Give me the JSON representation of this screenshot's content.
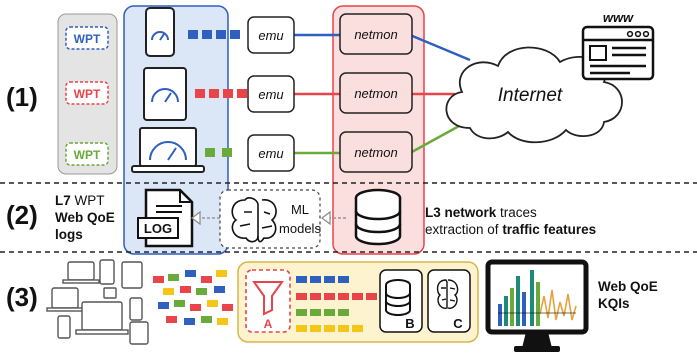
{
  "sections": [
    "(1)",
    "(2)",
    "(3)"
  ],
  "wpt_label": "WPT",
  "emu_label": "emu",
  "netmon_label": "netmon",
  "internet_label": "Internet",
  "www_label": "www",
  "log_label": "LOG",
  "ml_label": {
    "line1": "ML",
    "line2": "models"
  },
  "l7": {
    "line1_bold": "L7",
    "line1_rest": "WPT",
    "line2": "Web QoE",
    "line3": "logs"
  },
  "l3": {
    "line1_bold": "L3 network",
    "line1_rest": "traces",
    "line2_rest": "extraction of",
    "line2_bold": "traffic features"
  },
  "kqi": {
    "line1": "Web QoE",
    "line2": "KQIs"
  },
  "pipeline_labels": {
    "filter": "A",
    "db": "B",
    "brain": "C"
  },
  "colors": {
    "blue": "#2f5fbf",
    "red": "#e8444a",
    "green": "#6aaa3a",
    "yellow": "#f5c518",
    "device_panel": "#dbe6f7",
    "netmon_panel": "#fbdede",
    "pipeline_panel": "#fdf3cf",
    "wpt_panel": "#e4e4e4"
  }
}
